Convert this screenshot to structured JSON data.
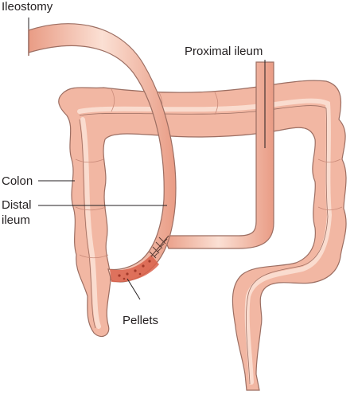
{
  "labels": {
    "ileostomy": "Ileostomy",
    "proximal_ileum": "Proximal ileum",
    "colon": "Colon",
    "distal_ileum_line1": "Distal",
    "distal_ileum_line2": "ileum",
    "pellets": "Pellets"
  },
  "colors": {
    "gut_fill": "#f2b7a3",
    "gut_light": "#fbe0d4",
    "gut_outline": "#9c6e62",
    "pellets": "#d9604a",
    "label_text": "#231f20",
    "leader_line": "#231f20"
  }
}
